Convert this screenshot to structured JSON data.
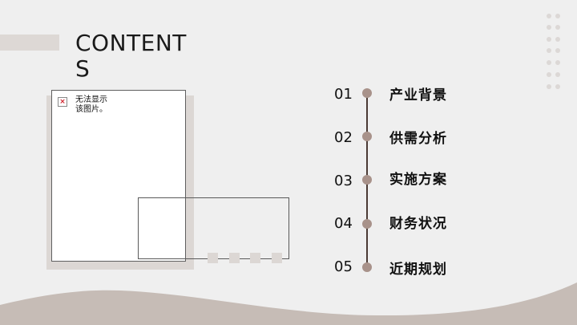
{
  "slide": {
    "title": "CONTENTS",
    "image_placeholder": {
      "icon": "broken-image-icon",
      "icon_glyph": "×",
      "text": "无法显示该图片。"
    },
    "toc": [
      {
        "number": "01",
        "label": "产业背景"
      },
      {
        "number": "02",
        "label": "供需分析"
      },
      {
        "number": "03",
        "label": "实施方案"
      },
      {
        "number": "04",
        "label": "财务状况"
      },
      {
        "number": "05",
        "label": "近期规划"
      }
    ],
    "colors": {
      "background": "#efefef",
      "accent_bullet": "#a8928a",
      "timeline_line": "#4a3a34",
      "wave": "#c6bcb6",
      "deco_block": "#ddd8d5"
    }
  }
}
